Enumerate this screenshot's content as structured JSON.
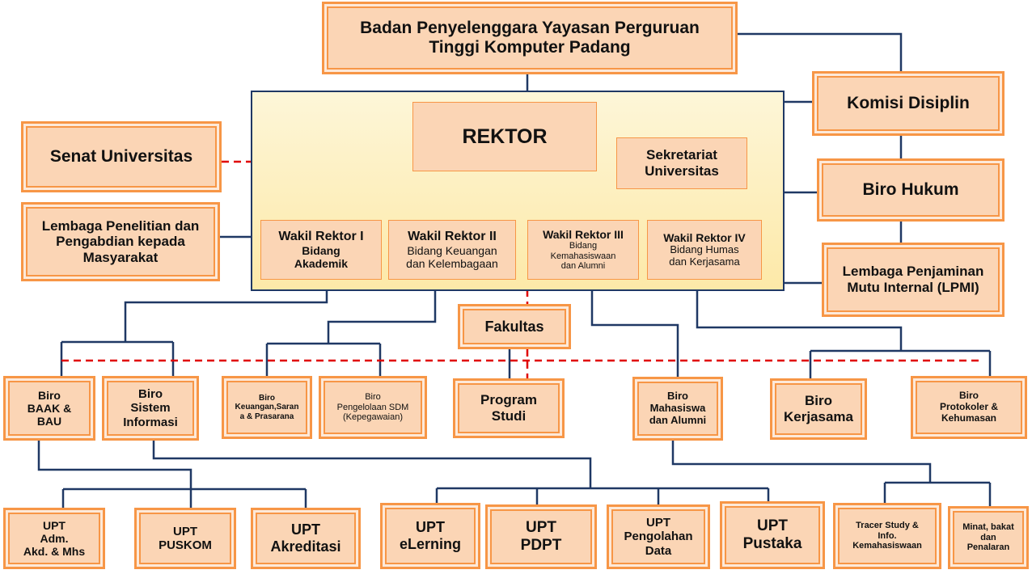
{
  "org": {
    "foundation": "Badan Penyelenggara Yayasan Perguruan\nTinggi Komputer Padang",
    "senat": "Senat Universitas",
    "lembaga_penelitian": "Lembaga Penelitian dan\nPengabdian kepada\nMasyarakat",
    "komisi": "Komisi Disiplin",
    "biro_hukum": "Biro Hukum",
    "lpmi": "Lembaga Penjaminan\nMutu Internal (LPMI)",
    "rektor": "REKTOR",
    "sekretariat": "Sekretariat\nUniversitas",
    "wr1_title": "Wakil Rektor I",
    "wr1_sub": "Bidang\nAkademik",
    "wr2_title": "Wakil Rektor II",
    "wr2_sub": "Bidang Keuangan\ndan Kelembagaan",
    "wr3_title": "Wakil Rektor III",
    "wr3_sub": "Bidang\nKemahasiswaan\ndan Alumni",
    "wr4_title": "Wakil Rektor IV",
    "wr4_sub": "Bidang Humas\ndan Kerjasama",
    "fakultas": "Fakultas",
    "prodi": "Program\nStudi",
    "biro_baak": "Biro\nBAAK  &\nBAU",
    "biro_si": "Biro\nSistem\nInformasi",
    "biro_keu": "Biro\nKeuangan,Saran\na & Prasarana",
    "biro_sdm": "Biro\nPengelolaan SDM\n(Kepegawaian)",
    "biro_mhs": "Biro\nMahasiswa\ndan Alumni",
    "biro_kerjasama": "Biro\nKerjasama",
    "biro_protokoler": "Biro\nProtokoler &\nKehumasan",
    "upt_adm": "UPT\nAdm.\nAkd. & Mhs",
    "upt_puskom": "UPT\nPUSKOM",
    "upt_akreditasi": "UPT\nAkreditasi",
    "upt_elearning": "UPT\neLerning",
    "upt_pdpt": "UPT\nPDPT",
    "upt_pengolahan": "UPT\nPengolahan\nData",
    "upt_pustaka": "UPT\nPustaka",
    "tracer": "Tracer Study  &\nInfo.\nKemahasiswaan",
    "minat": "Minat, bakat\ndan\nPenalaran"
  },
  "colors": {
    "box_fill": "#fbd5b5",
    "box_border": "#f79646",
    "line": "#1f3864",
    "dashed": "#e00000"
  }
}
